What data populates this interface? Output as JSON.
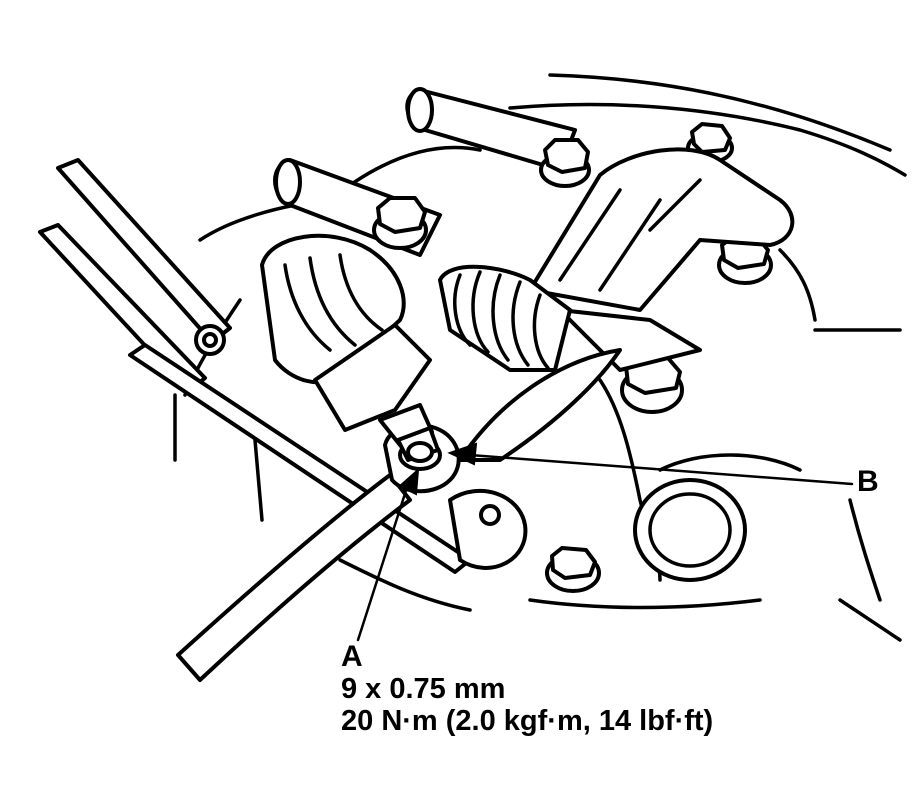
{
  "callouts": {
    "a": {
      "letter": "A",
      "thread": "9 x 0.75 mm",
      "torque": "20 N·m (2.0 kgf·m, 14 lbf·ft)"
    },
    "b": {
      "letter": "B"
    }
  },
  "colors": {
    "line": "#000000",
    "background": "#ffffff"
  }
}
